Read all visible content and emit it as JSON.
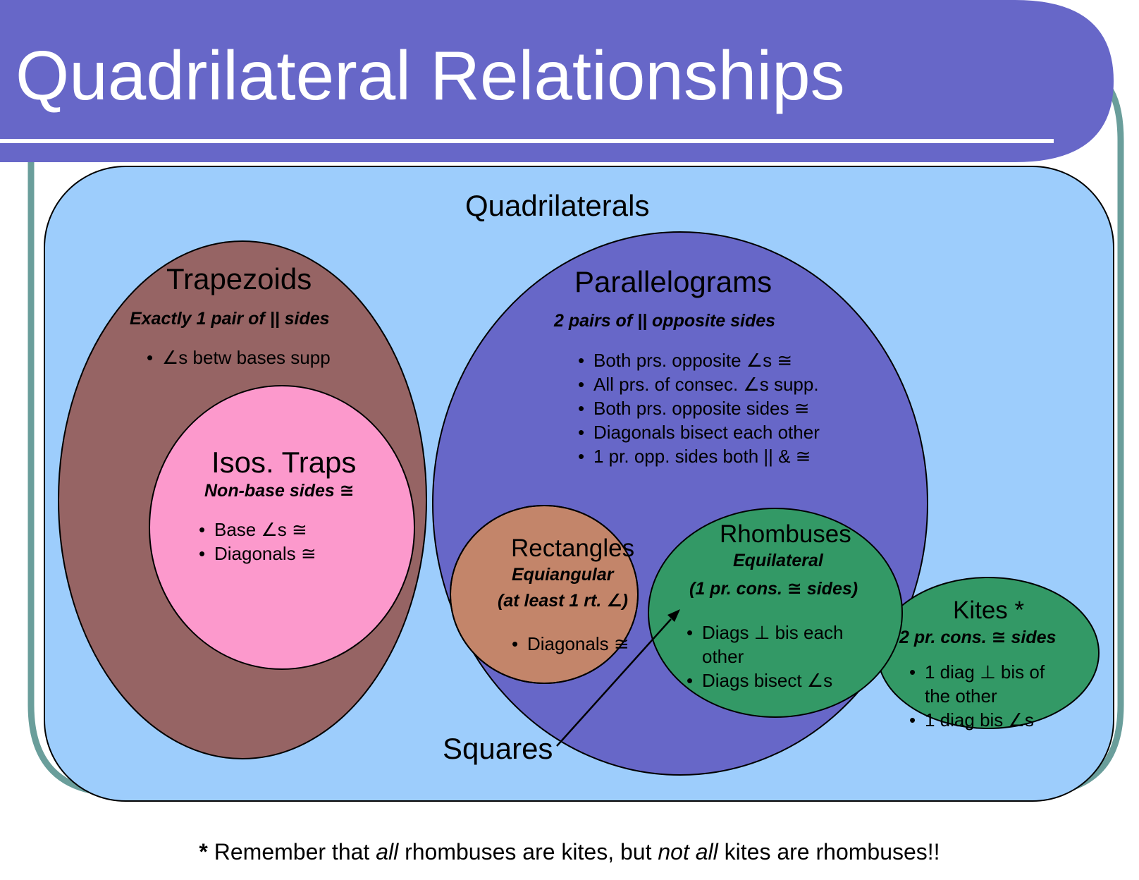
{
  "slide": {
    "title": "Quadrilateral Relationships",
    "colors": {
      "title_bar": "#6767c8",
      "frame": "#6a9e9b",
      "quadrilaterals_bg": "#9dcdfc",
      "trapezoids": "#966464",
      "isosceles_traps": "#fc99cc",
      "parallelograms": "#6767c8",
      "rectangles": "#c3856a",
      "rhombuses": "#339966",
      "squares_overlap": "#a09a42",
      "kites": "#339966"
    }
  },
  "diagram": {
    "quadrilaterals": {
      "label": "Quadrilaterals"
    },
    "trapezoids": {
      "label": "Trapezoids",
      "definition": "Exactly 1 pair of || sides",
      "bullets": [
        "∠s betw bases supp"
      ]
    },
    "isosceles_traps": {
      "label": "Isos. Traps",
      "definition": "Non-base sides ≅",
      "bullets": [
        "Base ∠s ≅",
        "Diagonals ≅"
      ]
    },
    "parallelograms": {
      "label": "Parallelograms",
      "definition": "2 pairs of || opposite sides",
      "bullets": [
        "Both prs. opposite ∠s ≅",
        "All prs. of consec. ∠s supp.",
        "Both prs. opposite sides ≅",
        "Diagonals bisect each other",
        "1 pr. opp. sides both || & ≅"
      ]
    },
    "rectangles": {
      "label": "Rectangles",
      "definition_line1": "Equiangular",
      "definition_line2": "(at least 1 rt. ∠)",
      "bullets": [
        "Diagonals ≅"
      ]
    },
    "rhombuses": {
      "label": "Rhombuses",
      "definition_line1": "Equilateral",
      "definition_line2": "(1 pr. cons. ≅ sides)",
      "bullets": [
        "Diags ⊥ bis each other",
        "Diags bisect ∠s"
      ]
    },
    "squares": {
      "label": "Squares"
    },
    "kites": {
      "label": "Kites *",
      "definition": "2 pr. cons. ≅ sides",
      "bullets": [
        "1 diag ⊥ bis of the other",
        "1 diag bis ∠s"
      ]
    }
  },
  "footnote": {
    "star": "* ",
    "p1": "Remember that ",
    "em1": "all",
    "p2": " rhombuses are kites, but ",
    "em2": "not all",
    "p3": " kites are rhombuses!!"
  }
}
